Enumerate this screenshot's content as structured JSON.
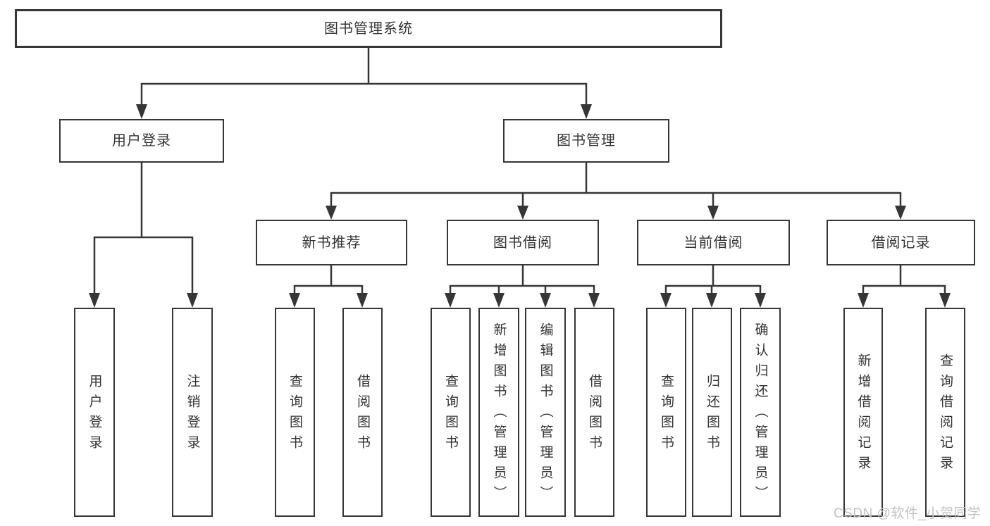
{
  "tree": {
    "root": "图书管理系统",
    "branches": [
      {
        "label": "用户登录",
        "children": [
          "用户登录",
          "注销登录"
        ]
      },
      {
        "label": "图书管理",
        "groups": [
          {
            "label": "新书推荐",
            "children": [
              "查询图书",
              "借阅图书"
            ]
          },
          {
            "label": "图书借阅",
            "children": [
              "查询图书",
              "新增图书（管理员）",
              "编辑图书（管理员）",
              "借阅图书"
            ]
          },
          {
            "label": "当前借阅",
            "children": [
              "查询图书",
              "归还图书",
              "确认归还（管理员）"
            ]
          },
          {
            "label": "借阅记录",
            "children": [
              "新增借阅记录",
              "查询借阅记录"
            ]
          }
        ]
      }
    ]
  },
  "watermark": {
    "text": "CSDN @软件_小贺同学"
  },
  "colors": {
    "line": "#363636",
    "text": "#333333",
    "watermark": "#c3c3c3",
    "background": "#ffffff"
  }
}
